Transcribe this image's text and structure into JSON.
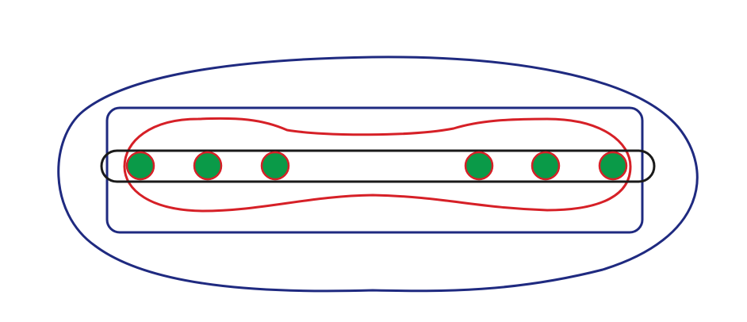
{
  "diagram": {
    "colors": {
      "outer_boundary": "#1f2a80",
      "inner_rect": "#1f2a80",
      "red_enclosure": "#d62027",
      "black_capsule": "#1a1a1a",
      "node_fill": "#0a9a48",
      "node_stroke": "#d62027"
    },
    "nodes": {
      "left_group": 3,
      "right_group": 3,
      "total": 6
    },
    "icons": {
      "node": "green-circle"
    }
  }
}
